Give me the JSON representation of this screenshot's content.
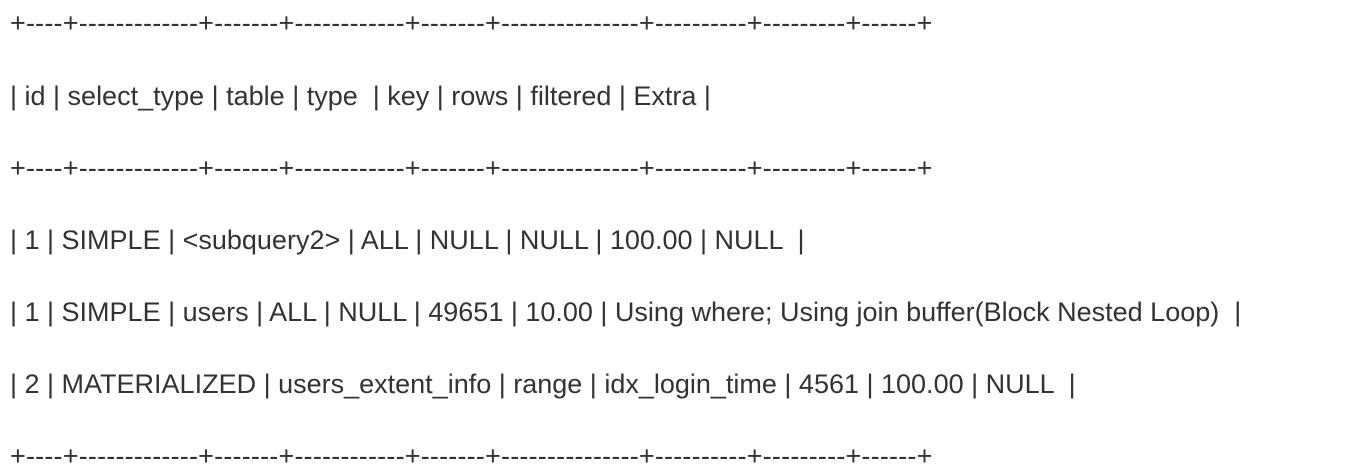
{
  "lines": [
    "+----+-------------+-------+------------+-------+---------------+----------+---------+------+",
    "| id | select_type | table | type  | key | rows | filtered | Extra |",
    "+----+-------------+-------+------------+-------+---------------+----------+---------+------+",
    "| 1 | SIMPLE | <subquery2> | ALL | NULL | NULL | 100.00 | NULL  |",
    "| 1 | SIMPLE | users | ALL | NULL | 49651 | 10.00 | Using where; Using join buffer(Block Nested Loop)  |",
    "| 2 | MATERIALIZED | users_extent_info | range | idx_login_time | 4561 | 100.00 | NULL  |",
    "+----+-------------+-------+------------+-------+---------------+----------+---------+------+"
  ]
}
